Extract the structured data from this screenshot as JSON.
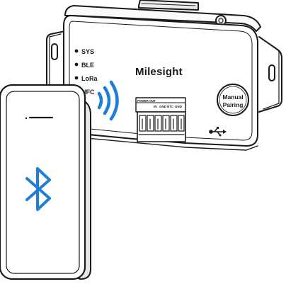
{
  "device": {
    "brand": "Milesight",
    "indicators": [
      "SYS",
      "BLE",
      "LoRa",
      "NFC"
    ],
    "button_label_line1": "Manual",
    "button_label_line2": "Pairing",
    "terminal_header_left": "POWER OUT",
    "terminal_labels": [
      "IN",
      "GND",
      "NTC",
      "GND"
    ]
  },
  "icons": {
    "phone_symbol": "bluetooth-icon",
    "signal": "wireless-signal-icon",
    "port": "usb-icon"
  },
  "colors": {
    "accent_blue": "#1e7fd6",
    "outline": "#1a1a1a",
    "background": "#ffffff"
  }
}
